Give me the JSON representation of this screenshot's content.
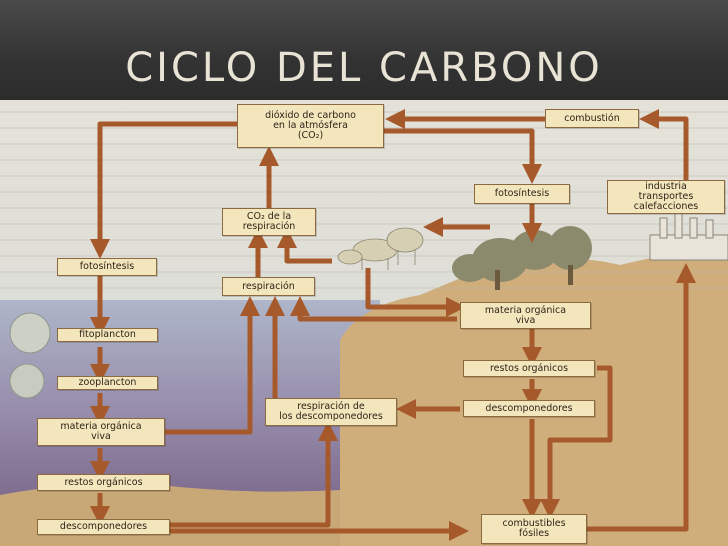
{
  "slide": {
    "title": "CICLO DEL CARBONO"
  },
  "diagram": {
    "nodes": {
      "co2_atmosfera": "dióxido de carbono\nen la atmósfera\n(CO₂)",
      "combustion": "combustión",
      "fotosintesis_tierra": "fotosíntesis",
      "industria": "industria\ntransportes\ncalefacciones",
      "co2_respiracion": "CO₂ de la\nrespiración",
      "fotosintesis_mar": "fotosíntesis",
      "respiracion": "respiración",
      "fitoplancton": "fitoplancton",
      "zooplancton": "zooplancton",
      "materia_organica_tierra": "materia orgánica\nviva",
      "restos_organicos_tierra": "restos orgánicos",
      "descomponedores_tierra": "descomponedores",
      "respiracion_descomponedores": "respiración de\nlos descomponedores",
      "materia_organica_mar": "materia orgánica\nviva",
      "restos_organicos_mar": "restos orgánicos",
      "descomponedores_mar": "descomponedores",
      "combustibles_fosiles": "combustibles\nfósiles"
    },
    "colors": {
      "arrow": "#a65a2c",
      "box_fill": "#f3e6bd",
      "land": "#cfae7c",
      "sea": "#8a7fa0"
    }
  }
}
